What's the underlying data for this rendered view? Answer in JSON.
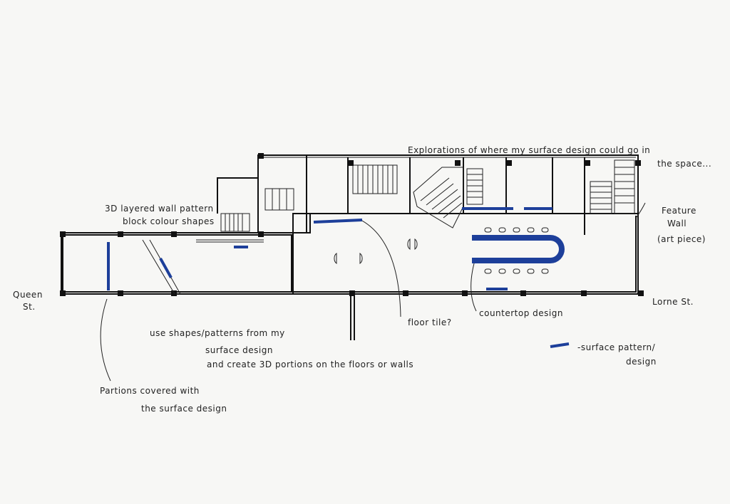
{
  "title_note": [
    "Explorations of where my surface design could go in",
    "the space..."
  ],
  "wall_note": [
    "3D layered wall pattern",
    "block colour shapes"
  ],
  "feature_note": [
    "Feature",
    "Wall",
    "(art piece)"
  ],
  "street_left": [
    "Queen",
    "St."
  ],
  "street_right": "Lorne St.",
  "floor_tile_note": "floor tile?",
  "countertop_note": "countertop design",
  "shapes_note": [
    "use shapes/patterns from my",
    "surface design",
    "and create 3D portions on the floors or walls"
  ],
  "partitions_note": [
    "Partions covered with",
    "the surface design"
  ],
  "legend": {
    "label": [
      "-surface pattern/",
      "design"
    ],
    "color": "#1d3f9a"
  }
}
